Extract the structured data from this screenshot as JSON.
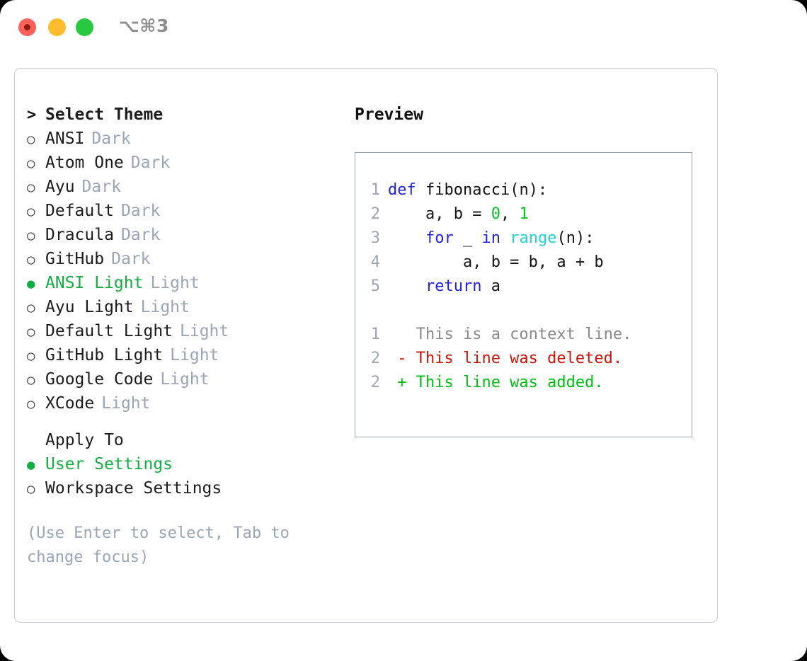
{
  "window": {
    "shortcut": "⌥⌘3",
    "traffic_lights": {
      "close": "close-dot",
      "minimize": "minimize-dot",
      "maximize": "maximize-dot"
    },
    "colors": {
      "close": "#ff6058",
      "minimize": "#ffbd2e",
      "maximize": "#28c840",
      "accent_green": "#13ae41",
      "muted": "#9aa5b5",
      "border": "#c9ccd4",
      "preview_border": "#97a1af"
    }
  },
  "theme_section": {
    "header_marker": ">",
    "header": "Select Theme",
    "items": [
      {
        "marker": "○",
        "label": "ANSI",
        "suffix": "Dark",
        "selected": false
      },
      {
        "marker": "○",
        "label": "Atom One",
        "suffix": "Dark",
        "selected": false
      },
      {
        "marker": "○",
        "label": "Ayu",
        "suffix": "Dark",
        "selected": false
      },
      {
        "marker": "○",
        "label": "Default",
        "suffix": "Dark",
        "selected": false
      },
      {
        "marker": "○",
        "label": "Dracula",
        "suffix": "Dark",
        "selected": false
      },
      {
        "marker": "○",
        "label": "GitHub",
        "suffix": "Dark",
        "selected": false
      },
      {
        "marker": "●",
        "label": "ANSI Light",
        "suffix": "Light",
        "selected": true
      },
      {
        "marker": "○",
        "label": "Ayu Light",
        "suffix": "Light",
        "selected": false
      },
      {
        "marker": "○",
        "label": "Default Light",
        "suffix": "Light",
        "selected": false
      },
      {
        "marker": "○",
        "label": "GitHub Light",
        "suffix": "Light",
        "selected": false
      },
      {
        "marker": "○",
        "label": "Google Code",
        "suffix": "Light",
        "selected": false
      },
      {
        "marker": "○",
        "label": "XCode",
        "suffix": "Light",
        "selected": false
      }
    ]
  },
  "apply_to_section": {
    "header": "Apply To",
    "items": [
      {
        "marker": "●",
        "label": "User Settings",
        "selected": true
      },
      {
        "marker": "○",
        "label": "Workspace Settings",
        "selected": false
      }
    ]
  },
  "hint": "(Use Enter to select, Tab to change focus)",
  "preview": {
    "title": "Preview",
    "code_lines": [
      {
        "num": "1",
        "tokens": [
          {
            "t": "def",
            "c": "kw"
          },
          {
            "t": " fibonacci(n):",
            "c": "plain"
          }
        ]
      },
      {
        "num": "2",
        "tokens": [
          {
            "t": "    a, b = ",
            "c": "plain"
          },
          {
            "t": "0",
            "c": "num"
          },
          {
            "t": ", ",
            "c": "plain"
          },
          {
            "t": "1",
            "c": "num"
          }
        ]
      },
      {
        "num": "3",
        "tokens": [
          {
            "t": "    ",
            "c": "plain"
          },
          {
            "t": "for",
            "c": "kw"
          },
          {
            "t": " _ ",
            "c": "plain"
          },
          {
            "t": "in",
            "c": "kw"
          },
          {
            "t": " ",
            "c": "plain"
          },
          {
            "t": "range",
            "c": "fn"
          },
          {
            "t": "(n):",
            "c": "plain"
          }
        ]
      },
      {
        "num": "4",
        "tokens": [
          {
            "t": "        a, b = b, a + b",
            "c": "plain"
          }
        ]
      },
      {
        "num": "5",
        "tokens": [
          {
            "t": "    ",
            "c": "plain"
          },
          {
            "t": "return",
            "c": "kw"
          },
          {
            "t": " a",
            "c": "plain"
          }
        ]
      }
    ],
    "diff_lines": [
      {
        "num": "1",
        "sign": " ",
        "text": " This is a context line.",
        "kind": "ctx"
      },
      {
        "num": "2",
        "sign": "-",
        "text": " This line was deleted.",
        "kind": "del"
      },
      {
        "num": "2",
        "sign": "+",
        "text": " This line was added.",
        "kind": "add"
      }
    ]
  }
}
